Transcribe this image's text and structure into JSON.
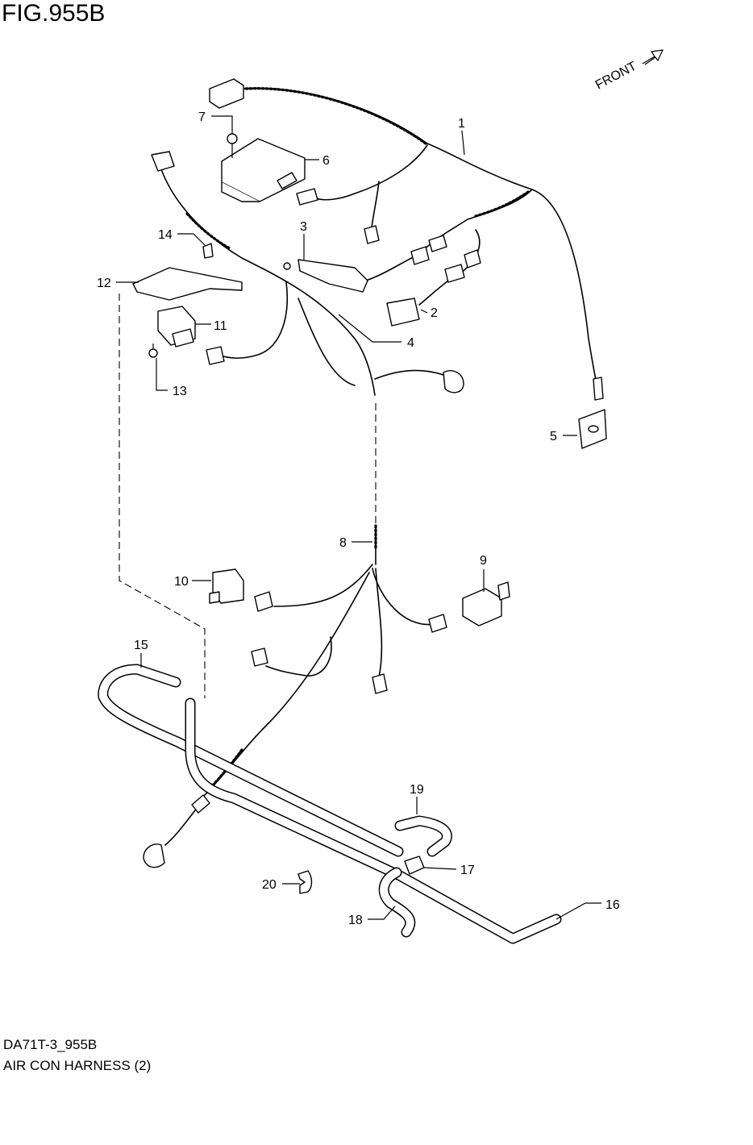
{
  "figure": {
    "title": "FIG.955B",
    "code": "DA71T-3_955B",
    "name": "AIR CON HARNESS (2)",
    "front_label": "FRONT"
  },
  "callouts": {
    "c1": "1",
    "c2": "2",
    "c3": "3",
    "c4": "4",
    "c5": "5",
    "c6": "6",
    "c7": "7",
    "c8": "8",
    "c9": "9",
    "c10": "10",
    "c11": "11",
    "c12": "12",
    "c13": "13",
    "c14": "14",
    "c15": "15",
    "c16": "16",
    "c17": "17",
    "c18": "18",
    "c19": "19",
    "c20": "20"
  }
}
